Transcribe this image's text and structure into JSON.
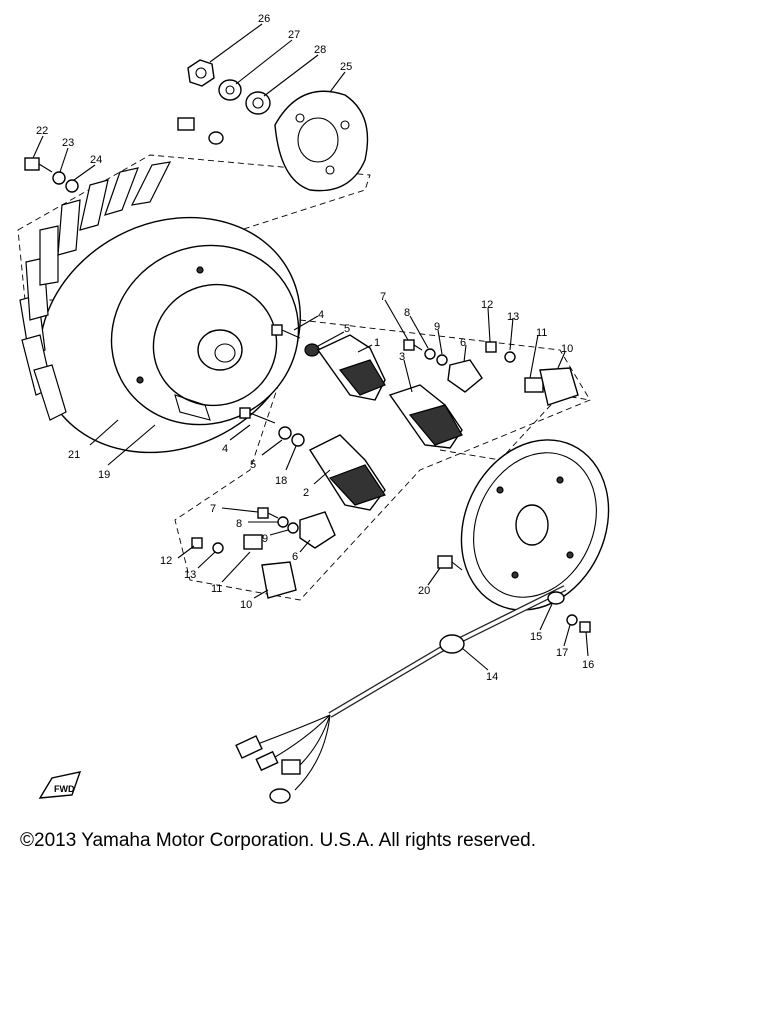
{
  "copyright": "©2013 Yamaha Motor Corporation. U.S.A. All rights reserved.",
  "fwd_marker": "FWD",
  "part_numbers": {
    "p1": "1",
    "p2": "2",
    "p3": "3",
    "p4a": "4",
    "p4b": "4",
    "p5a": "5",
    "p5b": "5",
    "p6a": "6",
    "p6b": "6",
    "p7a": "7",
    "p7b": "7",
    "p8a": "8",
    "p8b": "8",
    "p9a": "9",
    "p9b": "9",
    "p10a": "10",
    "p10b": "10",
    "p11a": "11",
    "p11b": "11",
    "p12a": "12",
    "p12b": "12",
    "p13a": "13",
    "p13b": "13",
    "p14": "14",
    "p15": "15",
    "p16": "16",
    "p17": "17",
    "p18": "18",
    "p19": "19",
    "p20": "20",
    "p21": "21",
    "p22": "22",
    "p23": "23",
    "p24": "24",
    "p25": "25",
    "p26": "26",
    "p27": "27",
    "p28": "28"
  }
}
